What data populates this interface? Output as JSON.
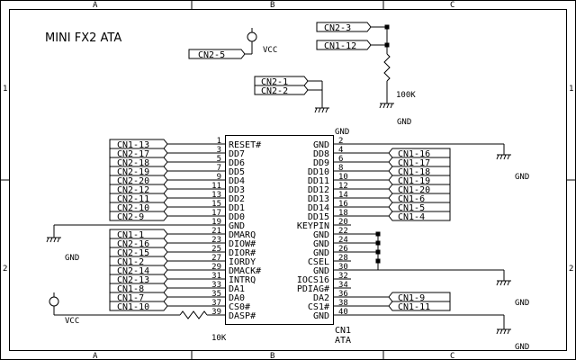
{
  "title": "MINI FX2 ATA",
  "border": {
    "col_labels": [
      "A",
      "B",
      "C"
    ],
    "row_labels": [
      "1",
      "2"
    ]
  },
  "chip": {
    "ref": "CN1",
    "value": "ATA",
    "pins": [
      {
        "n": 1,
        "name": "RESET#",
        "net": "CN1-13"
      },
      {
        "n": 2,
        "name": "GND",
        "net": ""
      },
      {
        "n": 3,
        "name": "DD7",
        "net": "CN2-17"
      },
      {
        "n": 4,
        "name": "DD8",
        "net": "CN1-16"
      },
      {
        "n": 5,
        "name": "DD6",
        "net": "CN2-18"
      },
      {
        "n": 6,
        "name": "DD9",
        "net": "CN1-17"
      },
      {
        "n": 7,
        "name": "DD5",
        "net": "CN2-19"
      },
      {
        "n": 8,
        "name": "DD10",
        "net": "CN1-18"
      },
      {
        "n": 9,
        "name": "DD4",
        "net": "CN2-20"
      },
      {
        "n": 10,
        "name": "DD11",
        "net": "CN1-19"
      },
      {
        "n": 11,
        "name": "DD3",
        "net": "CN2-12"
      },
      {
        "n": 12,
        "name": "DD12",
        "net": "CN1-20"
      },
      {
        "n": 13,
        "name": "DD2",
        "net": "CN2-11"
      },
      {
        "n": 14,
        "name": "DD13",
        "net": "CN1-6"
      },
      {
        "n": 15,
        "name": "DD1",
        "net": "CN2-10"
      },
      {
        "n": 16,
        "name": "DD14",
        "net": "CN1-5"
      },
      {
        "n": 17,
        "name": "DD0",
        "net": "CN2-9"
      },
      {
        "n": 18,
        "name": "DD15",
        "net": "CN1-4"
      },
      {
        "n": 19,
        "name": "GND",
        "net": ""
      },
      {
        "n": 20,
        "name": "KEYPIN",
        "net": ""
      },
      {
        "n": 21,
        "name": "DMARQ",
        "net": "CN1-1"
      },
      {
        "n": 22,
        "name": "GND",
        "net": ""
      },
      {
        "n": 23,
        "name": "DIOW#",
        "net": "CN2-16"
      },
      {
        "n": 24,
        "name": "GND",
        "net": ""
      },
      {
        "n": 25,
        "name": "DIOR#",
        "net": "CN2-15"
      },
      {
        "n": 26,
        "name": "GND",
        "net": ""
      },
      {
        "n": 27,
        "name": "IORDY",
        "net": "CN1-2"
      },
      {
        "n": 28,
        "name": "CSEL",
        "net": ""
      },
      {
        "n": 29,
        "name": "DMACK#",
        "net": "CN2-14"
      },
      {
        "n": 30,
        "name": "GND",
        "net": ""
      },
      {
        "n": 31,
        "name": "INTRQ",
        "net": "CN2-13"
      },
      {
        "n": 32,
        "name": "IOCS16",
        "net": ""
      },
      {
        "n": 33,
        "name": "DA1",
        "net": "CN1-8"
      },
      {
        "n": 34,
        "name": "PDIAG#",
        "net": ""
      },
      {
        "n": 35,
        "name": "DA0",
        "net": "CN1-7"
      },
      {
        "n": 36,
        "name": "DA2",
        "net": "CN1-9"
      },
      {
        "n": 37,
        "name": "CS0#",
        "net": "CN1-10"
      },
      {
        "n": 38,
        "name": "CS1#",
        "net": "CN1-11"
      },
      {
        "n": 39,
        "name": "DASP#",
        "net": ""
      },
      {
        "n": 40,
        "name": "GND",
        "net": ""
      }
    ]
  },
  "power_tags": {
    "vcc_tag": "CN2-5",
    "vcc_label": "VCC",
    "gnd_tag_a": "CN2-1",
    "gnd_tag_b": "CN2-2",
    "pullup_tag_a": "CN2-3",
    "pullup_tag_b": "CN1-12",
    "pullup_value": "100K"
  },
  "dasp": {
    "vcc_label": "VCC",
    "resistor_value": "10K"
  },
  "gnd_label": "GND"
}
